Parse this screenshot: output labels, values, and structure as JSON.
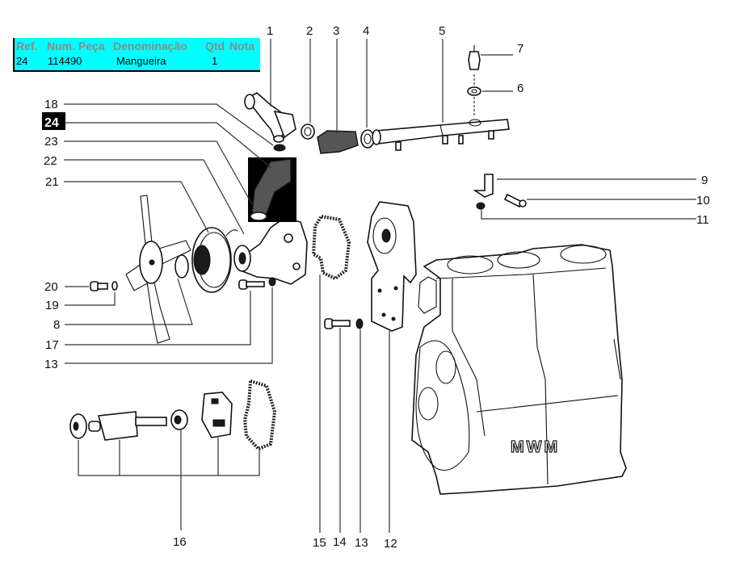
{
  "parts_table": {
    "background": "#00ffff",
    "headers": {
      "ref": "Ref.",
      "num_peca": "Num. Peça",
      "denominacao": "Denominação",
      "qtd": "Qtd",
      "nota": "Nota"
    },
    "rows": [
      {
        "ref": "24",
        "num_peca": "114490",
        "denominacao": "Mangueira",
        "qtd": "1",
        "nota": ""
      }
    ]
  },
  "diagram": {
    "highlighted_ref": "24",
    "highlight_color": "#000000",
    "brand_mark": "MWM",
    "callouts": {
      "c1": "1",
      "c2": "2",
      "c3": "3",
      "c4": "4",
      "c5": "5",
      "c6": "6",
      "c7": "7",
      "c8": "8",
      "c9": "9",
      "c10": "10",
      "c11": "11",
      "c12": "12",
      "c13a": "13",
      "c13b": "13",
      "c14": "14",
      "c15": "15",
      "c16": "16",
      "c17": "17",
      "c18": "18",
      "c19": "19",
      "c20": "20",
      "c21": "21",
      "c22": "22",
      "c23": "23",
      "c24": "24"
    }
  }
}
